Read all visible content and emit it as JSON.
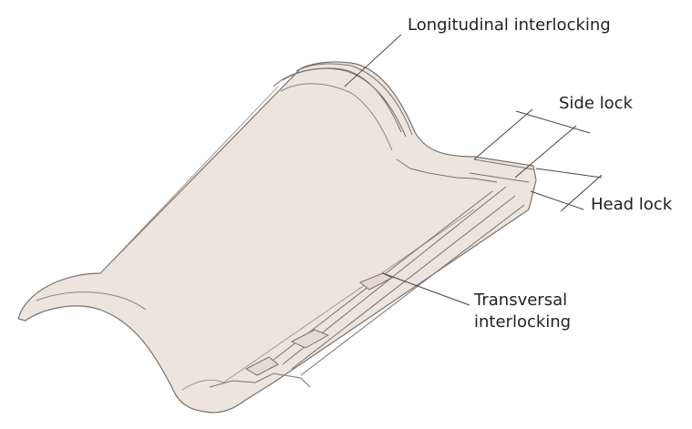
{
  "labels": {
    "longitudinal": "Longitudinal interlocking",
    "side": "Side lock",
    "head": "Head lock",
    "transversal_line1": "Transversal",
    "transversal_line2": "interlocking"
  },
  "colors": {
    "tile_fill": "#ece5df",
    "tile_stroke": "#7a706b",
    "leader": "#444444",
    "text": "#222222"
  }
}
